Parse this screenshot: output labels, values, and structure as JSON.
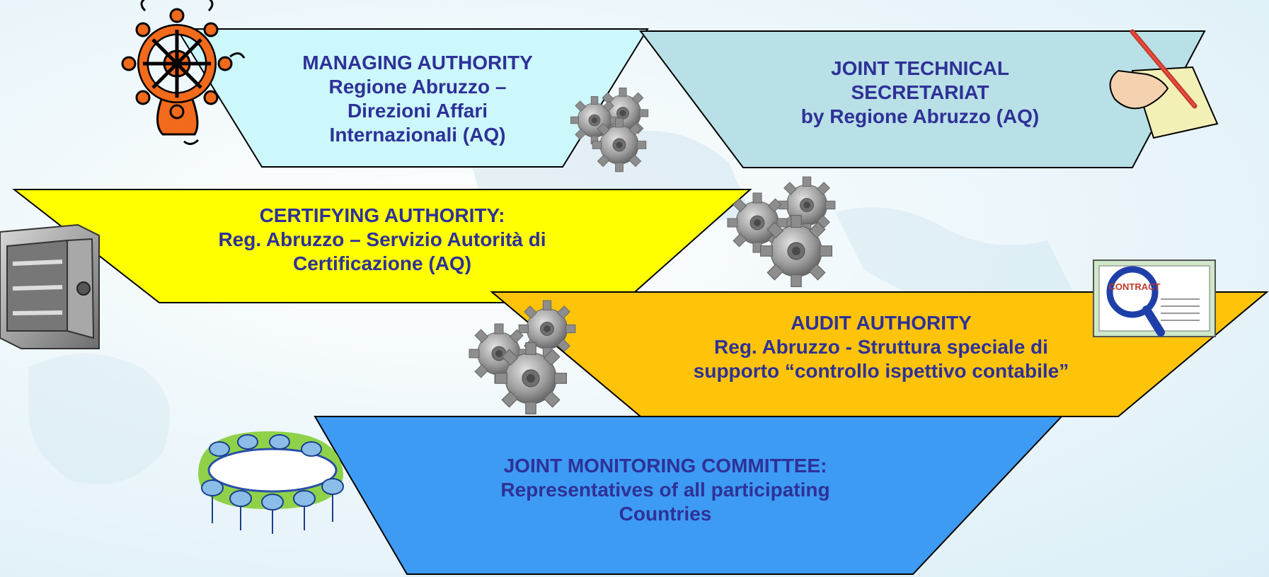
{
  "colors": {
    "managing": "#ccf7fb",
    "secretariat": "#b8e0e6",
    "certifying": "#ffff00",
    "audit": "#ffc40a",
    "committee": "#3d9bf4",
    "text_blue": "#2e3197",
    "text_black": "#1a1a1a",
    "gear": "#9a9a9a"
  },
  "diagram": {
    "managing": {
      "lines": [
        "MANAGING AUTHORITY",
        "Regione Abruzzo –",
        "Direzioni Affari",
        "Internazionali (AQ)"
      ],
      "icon": "ship-wheel-icon"
    },
    "secretariat": {
      "lines": [
        "JOINT TECHNICAL",
        "SECRETARIAT",
        "by Regione Abruzzo (AQ)"
      ],
      "icon": "hand-writing-icon"
    },
    "certifying": {
      "lines": [
        "CERTIFYING AUTHORITY:",
        "Reg. Abruzzo – Servizio Autorità di",
        "Certificazione (AQ)"
      ],
      "icon": "safe-icon"
    },
    "audit": {
      "lines": [
        "AUDIT AUTHORITY",
        "Reg. Abruzzo - Struttura speciale di",
        "supporto “controllo ispettivo contabile”"
      ],
      "icon": "contract-magnifier-icon",
      "icon_text": "CONTRACT"
    },
    "committee": {
      "lines": [
        "JOINT MONITORING COMMITTEE:",
        "Representatives of all participating",
        "Countries"
      ],
      "icon": "meeting-table-icon"
    },
    "gears": [
      "gears-icon",
      "gears-icon",
      "gears-icon"
    ]
  }
}
